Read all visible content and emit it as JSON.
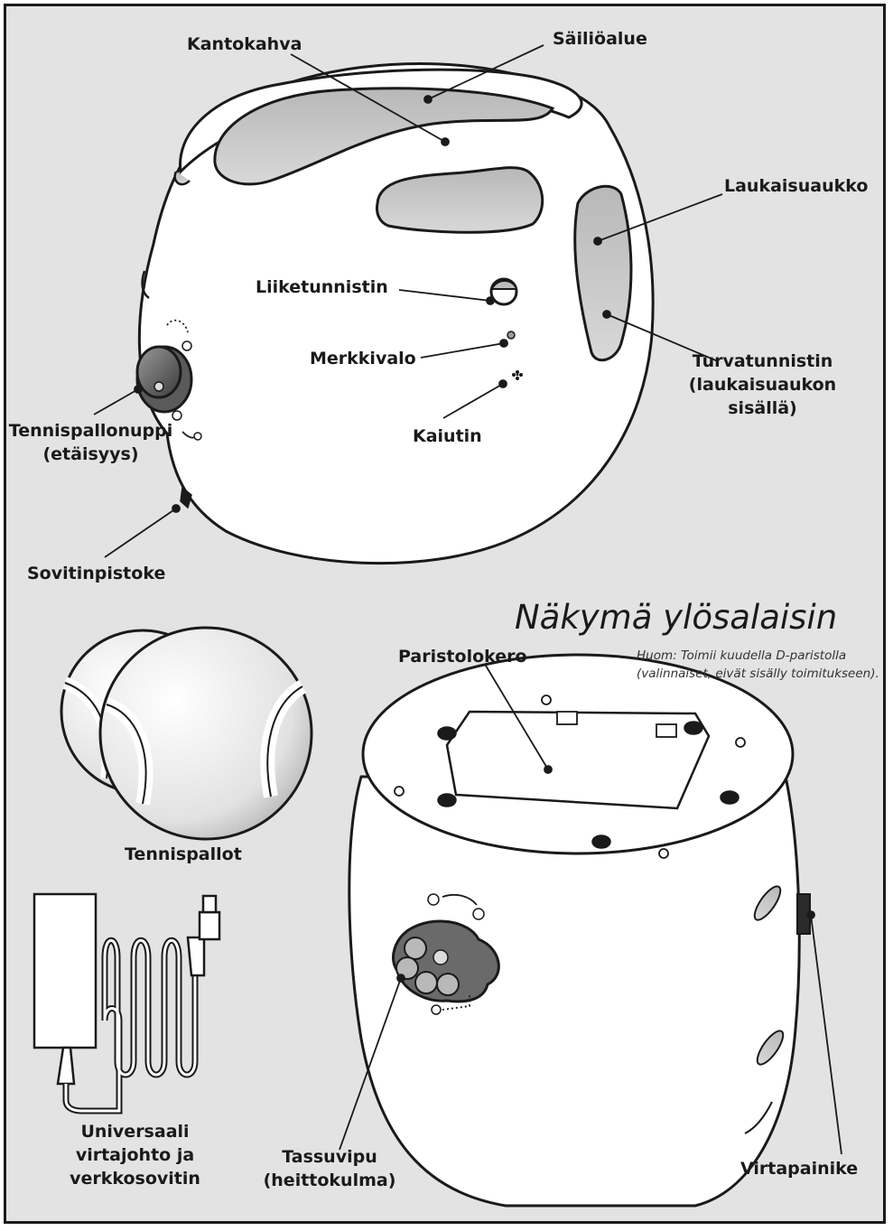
{
  "top_view_labels": {
    "carry_handle": "Kantokahva",
    "container_area": "Säiliöalue",
    "launch_opening": "Laukaisuaukko",
    "motion_sensor": "Liiketunnistin",
    "indicator_light": "Merkkivalo",
    "safety_sensor_line1": "Turvatunnistin",
    "safety_sensor_line2": "(laukaisuaukon",
    "safety_sensor_line3": "sisällä)",
    "speaker": "Kaiutin",
    "distance_knob_line1": "Tennispallonuppi",
    "distance_knob_line2": "(etäisyys)",
    "adapter_jack": "Sovitinpistoke"
  },
  "bottom_view": {
    "title": "Näkymä ylösalaisin",
    "note_line1": "Huom: Toimii kuudella D-paristolla",
    "note_line2": "(valinnaiset, eivät sisälly toimitukseen).",
    "battery_compartment": "Paristolokero",
    "paw_lever_line1": "Tassuvipu",
    "paw_lever_line2": "(heittokulma)",
    "power_button": "Virtapainike"
  },
  "accessories": {
    "tennis_balls": "Tennispallot",
    "power_cord_line1": "Universaali",
    "power_cord_line2": "virtajohto ja",
    "power_cord_line3": "verkkosovitin"
  },
  "colors": {
    "background": "#e3e3e3",
    "device_body": "#ffffff",
    "outline": "#1a1a1a",
    "shade": "#c8c8c8"
  }
}
